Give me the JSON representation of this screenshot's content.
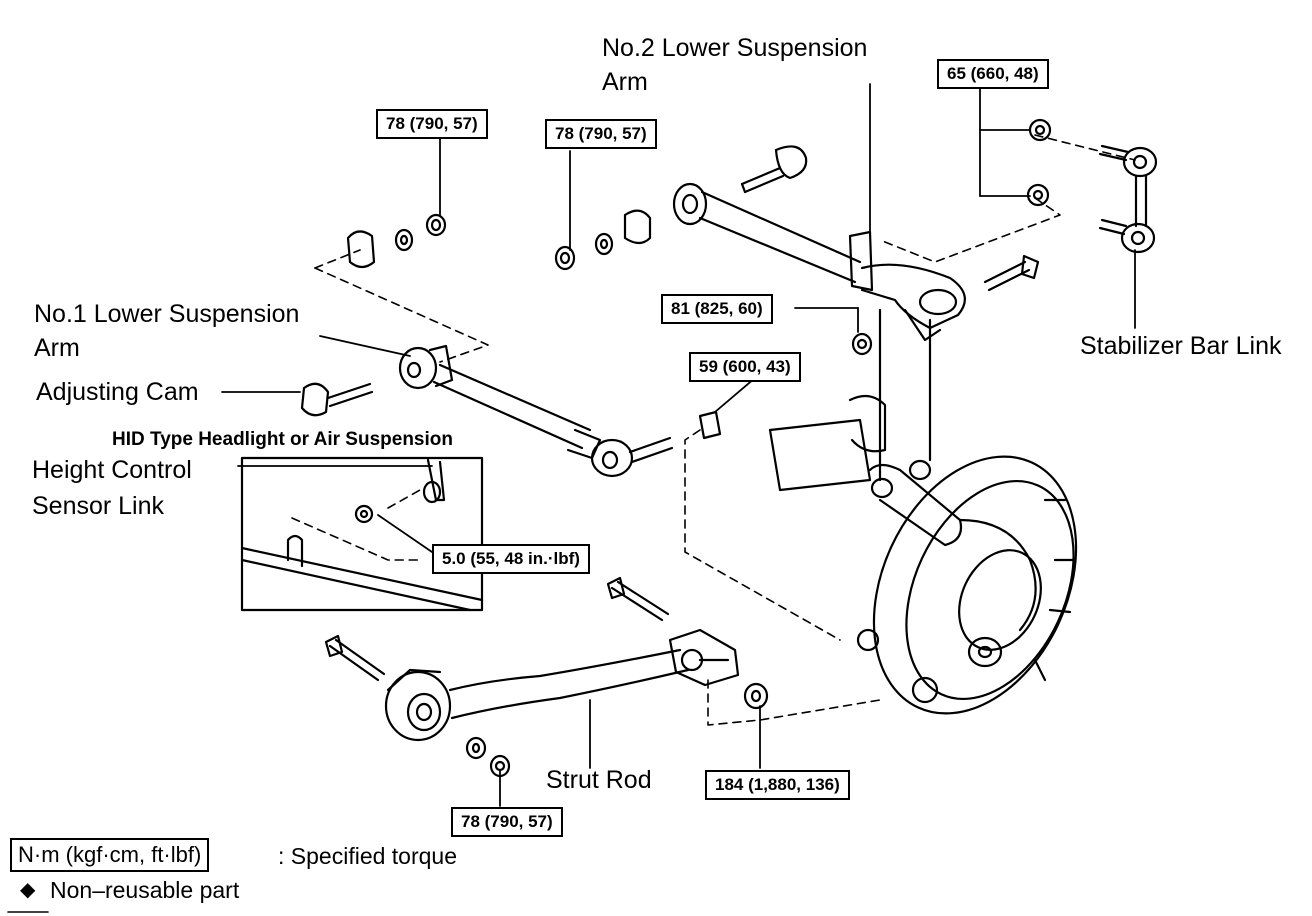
{
  "labels": {
    "no2_arm_line1": "No.2  Lower  Suspension",
    "no2_arm_line2": "Arm",
    "no1_arm_line1": "No.1  Lower  Suspension",
    "no1_arm_line2": "Arm",
    "adjusting_cam": "Adjusting Cam",
    "hid_note": "HID Type Headlight or Air Suspension",
    "height_sensor_line1": "Height Control",
    "height_sensor_line2": "Sensor Link",
    "stabilizer_link": "Stabilizer Bar Link",
    "strut_rod": "Strut Rod"
  },
  "torque": {
    "stab_nut": "65 (660, 48)",
    "no1_inner": "78 (790, 57)",
    "no2_inner": "78 (790, 57)",
    "no2_outer": "81 (825, 60)",
    "no1_outer": "59 (600, 43)",
    "sensor": "5.0 (55, 48 in.·lbf)",
    "strut_outer": "184 (1,880, 136)",
    "strut_inner": "78 (790, 57)"
  },
  "legend": {
    "unit_box": "N·m (kgf·cm, ft·lbf)",
    "unit_text": ": Specified torque",
    "nonreusable_symbol": "◆",
    "nonreusable_text": "Non–reusable part"
  }
}
